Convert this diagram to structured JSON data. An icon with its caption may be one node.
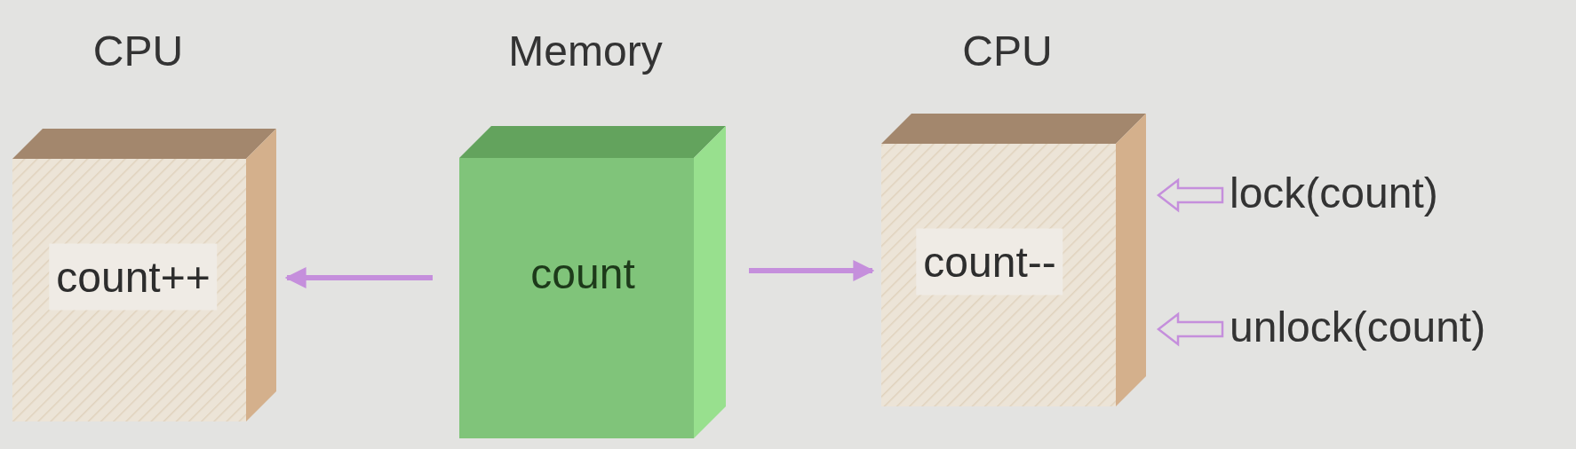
{
  "diagram": {
    "nodes": [
      {
        "text": [
          "CPU",
          "count++"
        ]
      },
      {
        "text": [
          "Memory",
          "count"
        ]
      },
      {
        "text": [
          "CPU",
          "count--"
        ]
      },
      {
        "text": [
          "lock(count)"
        ]
      },
      {
        "text": [
          "unlock(count)"
        ]
      }
    ],
    "edges": [
      {
        "from": 1,
        "to": 0,
        "arrow": "to"
      },
      {
        "from": 1,
        "to": 2,
        "arrow": "to"
      },
      {
        "from": 3,
        "to": 2,
        "arrow": "to"
      },
      {
        "from": 4,
        "to": 2,
        "arrow": "to"
      }
    ]
  }
}
